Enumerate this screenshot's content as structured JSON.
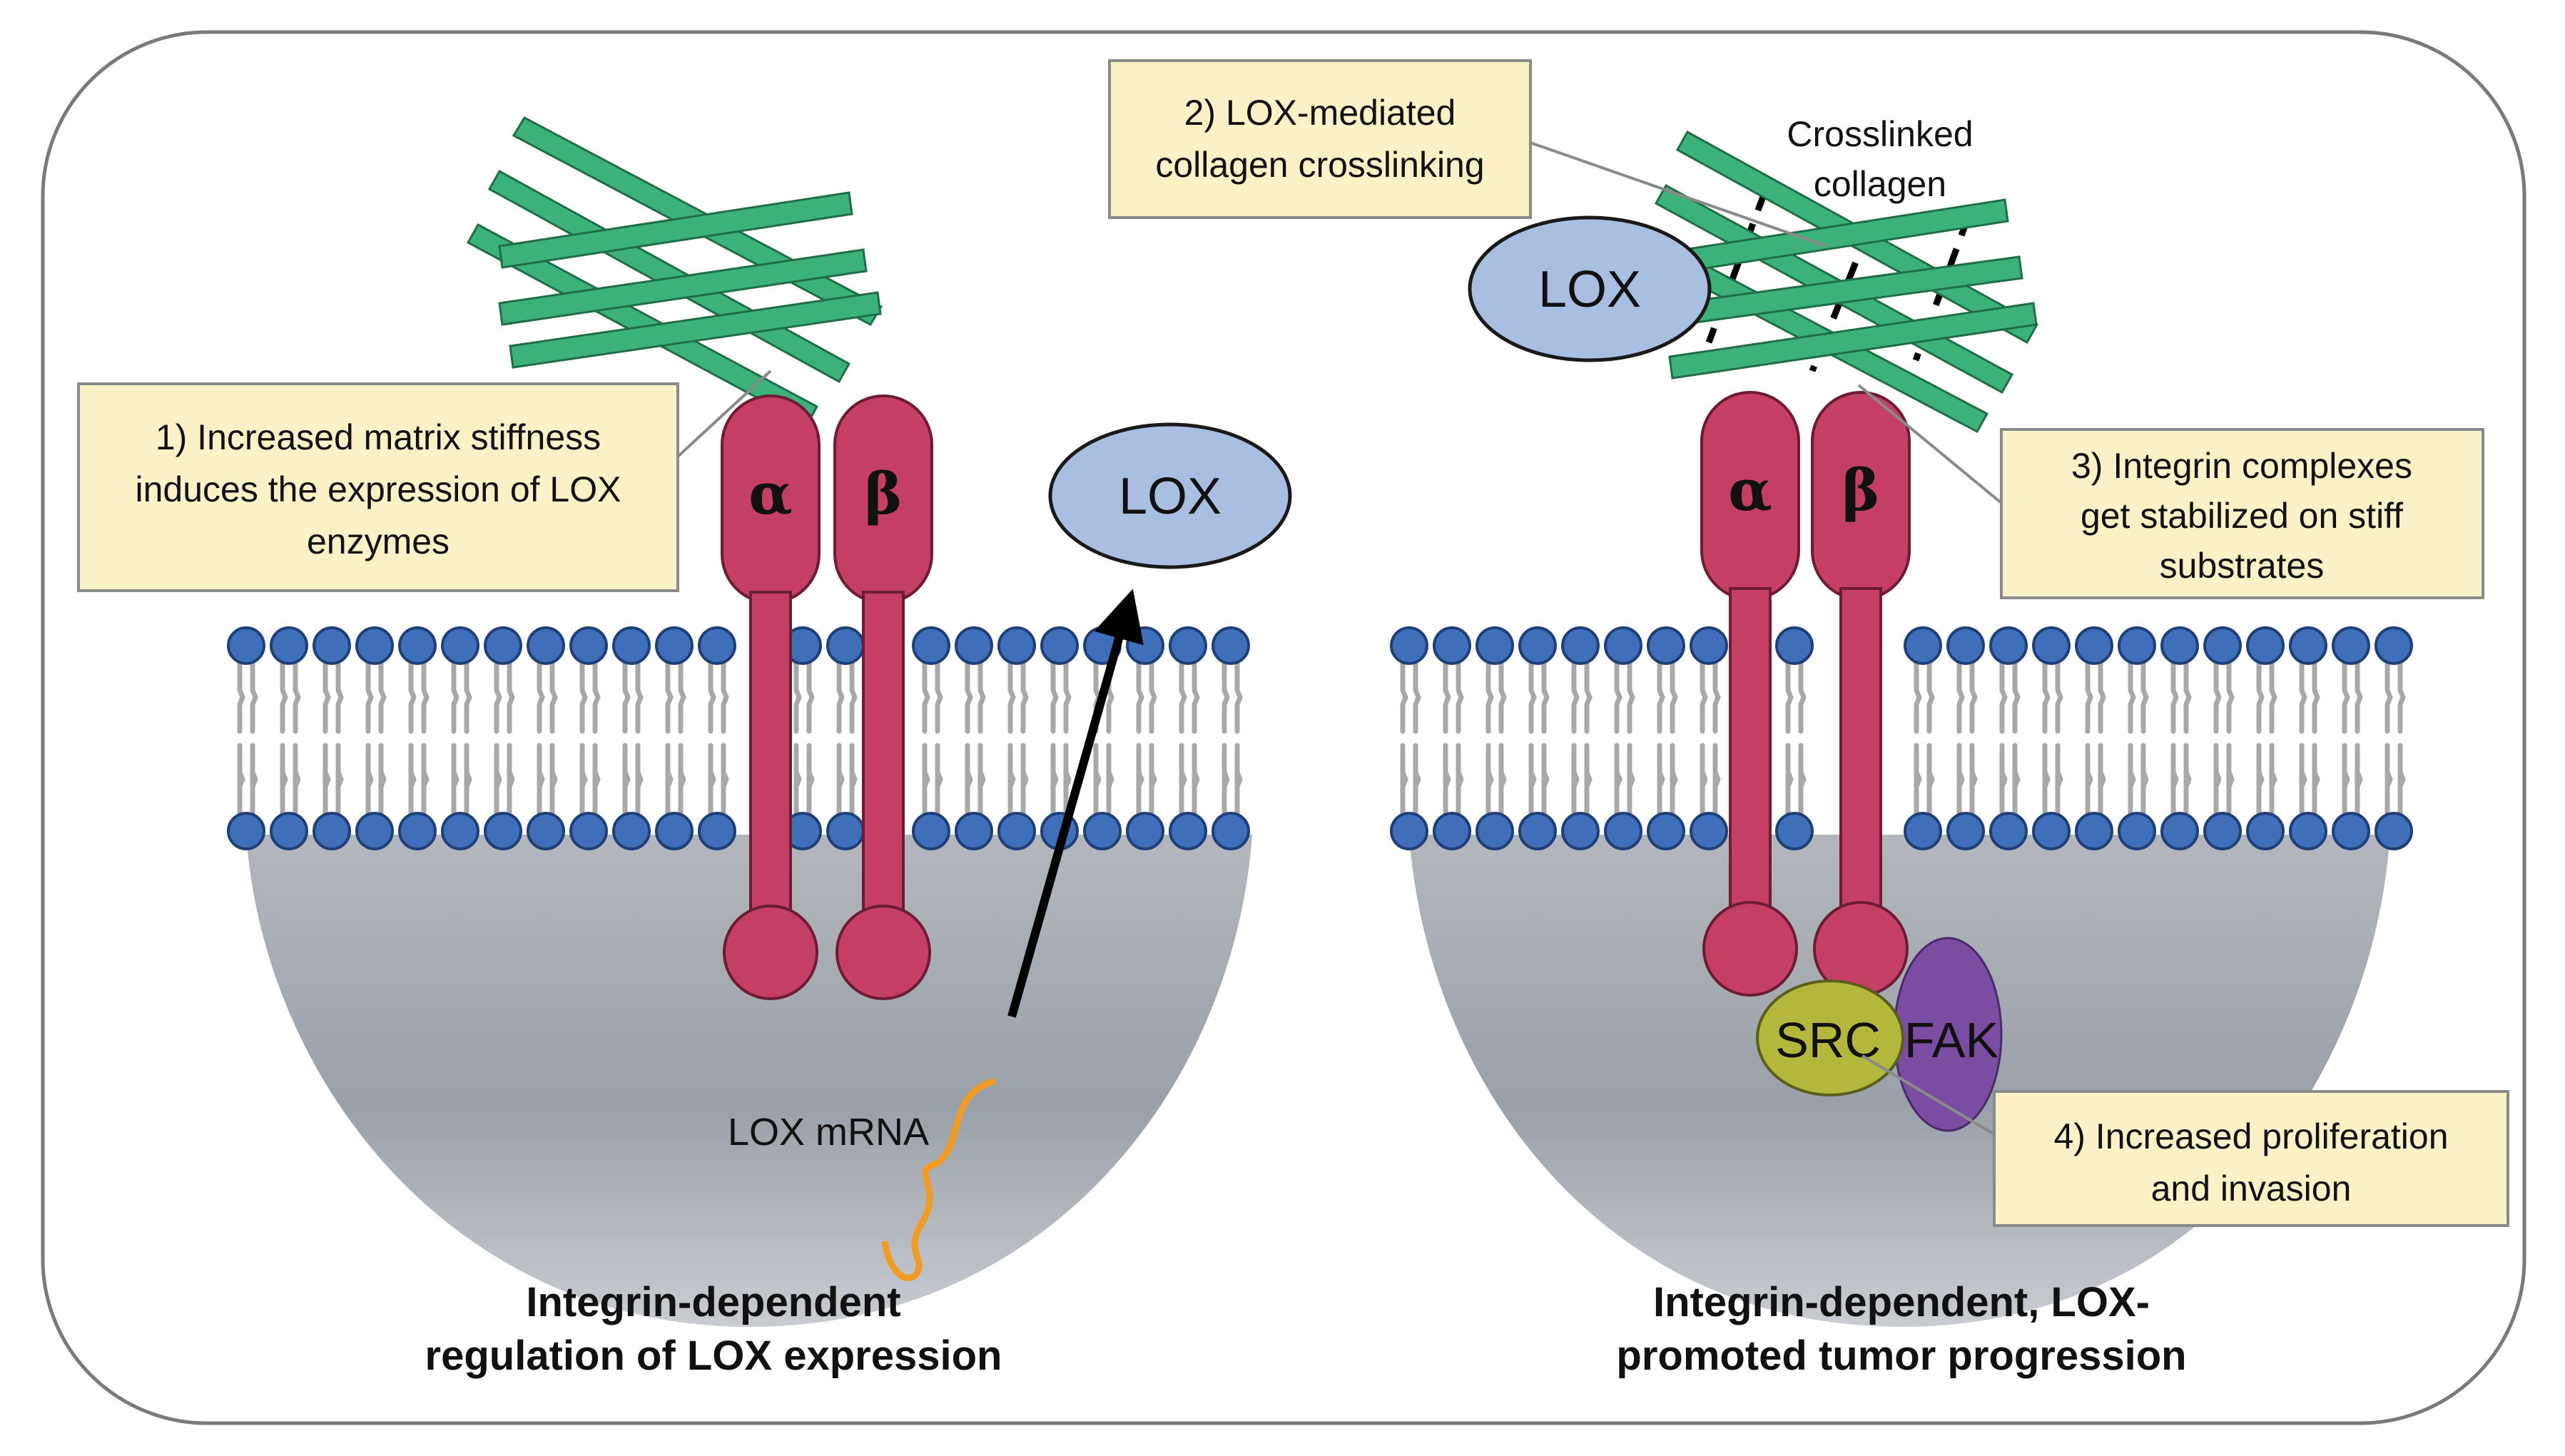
{
  "colors": {
    "collagen": "#3cb27a",
    "integrin": "#c43f63",
    "lipid_head": "#3e6fb8",
    "lox_fill": "#a9bfe2",
    "src_fill": "#b3b83c",
    "fak_fill": "#7a4da3",
    "mrna": "#f39a23",
    "note_fill": "#fbf1c7"
  },
  "left_panel": {
    "integrin_alpha": "α",
    "integrin_beta": "β",
    "lox_label": "LOX",
    "mrna_label": "LOX mRNA",
    "note1": {
      "lines": [
        "1) Increased matrix stiffness",
        "induces the expression of LOX",
        "enzymes"
      ]
    },
    "caption": {
      "lines": [
        "Integrin-dependent",
        "regulation of LOX expression"
      ]
    }
  },
  "right_panel": {
    "integrin_alpha": "α",
    "integrin_beta": "β",
    "lox_label": "LOX",
    "crosslinked_label": {
      "lines": [
        "Crosslinked",
        "collagen"
      ]
    },
    "src_label": "SRC",
    "fak_label": "FAK",
    "note2": {
      "lines": [
        "2) LOX-mediated",
        "collagen crosslinking"
      ]
    },
    "note3": {
      "lines": [
        "3) Integrin complexes",
        "get stabilized on stiff",
        "substrates"
      ]
    },
    "note4": {
      "lines": [
        "4) Increased proliferation",
        "and invasion"
      ]
    },
    "caption": {
      "lines": [
        "Integrin-dependent, LOX-",
        "promoted tumor progression"
      ]
    }
  }
}
